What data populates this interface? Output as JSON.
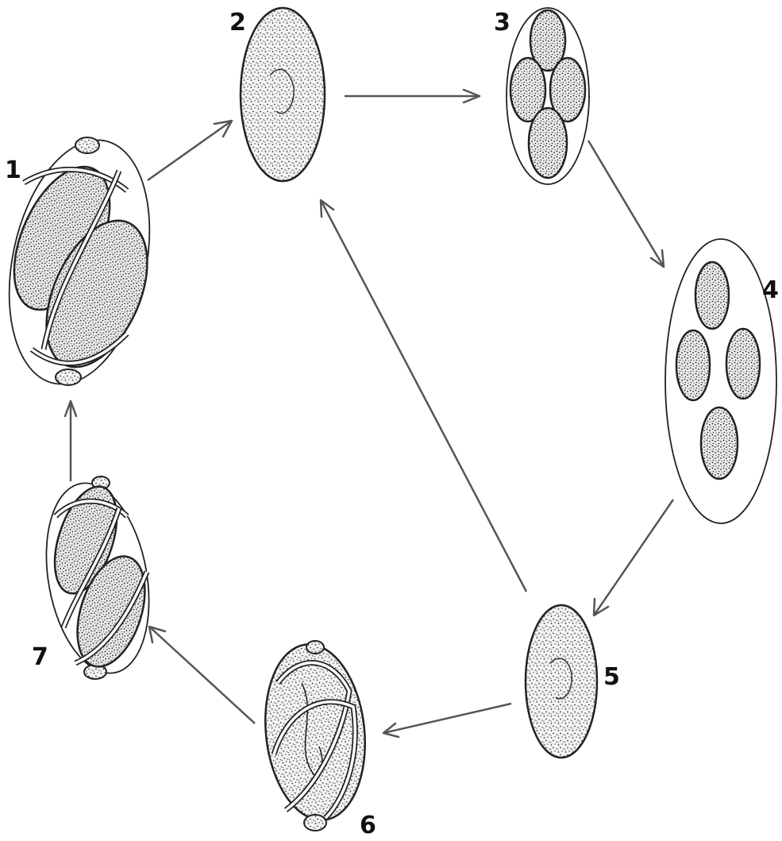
{
  "figure": {
    "stages": [
      {
        "id": "1",
        "label": "1",
        "icon": "mature-spore-icon"
      },
      {
        "id": "2",
        "label": "2",
        "icon": "single-cell-icon"
      },
      {
        "id": "3",
        "label": "3",
        "icon": "four-cell-ascus-icon"
      },
      {
        "id": "4",
        "label": "4",
        "icon": "enlarged-ascus-icon"
      },
      {
        "id": "5",
        "label": "5",
        "icon": "single-cell-icon"
      },
      {
        "id": "6",
        "label": "6",
        "icon": "banded-spore-icon"
      },
      {
        "id": "7",
        "label": "7",
        "icon": "banded-spore-icon"
      }
    ],
    "cycle_arrows": [
      {
        "from": "1",
        "to": "2"
      },
      {
        "from": "2",
        "to": "3"
      },
      {
        "from": "3",
        "to": "4"
      },
      {
        "from": "4",
        "to": "5"
      },
      {
        "from": "5",
        "to": "6"
      },
      {
        "from": "6",
        "to": "7"
      },
      {
        "from": "7",
        "to": "1"
      },
      {
        "from": "5",
        "to": "2"
      }
    ],
    "colors": {
      "ink": "#222222",
      "arrow": "#555555",
      "cell_fill": "#f2f2f2",
      "background": "#ffffff"
    }
  }
}
